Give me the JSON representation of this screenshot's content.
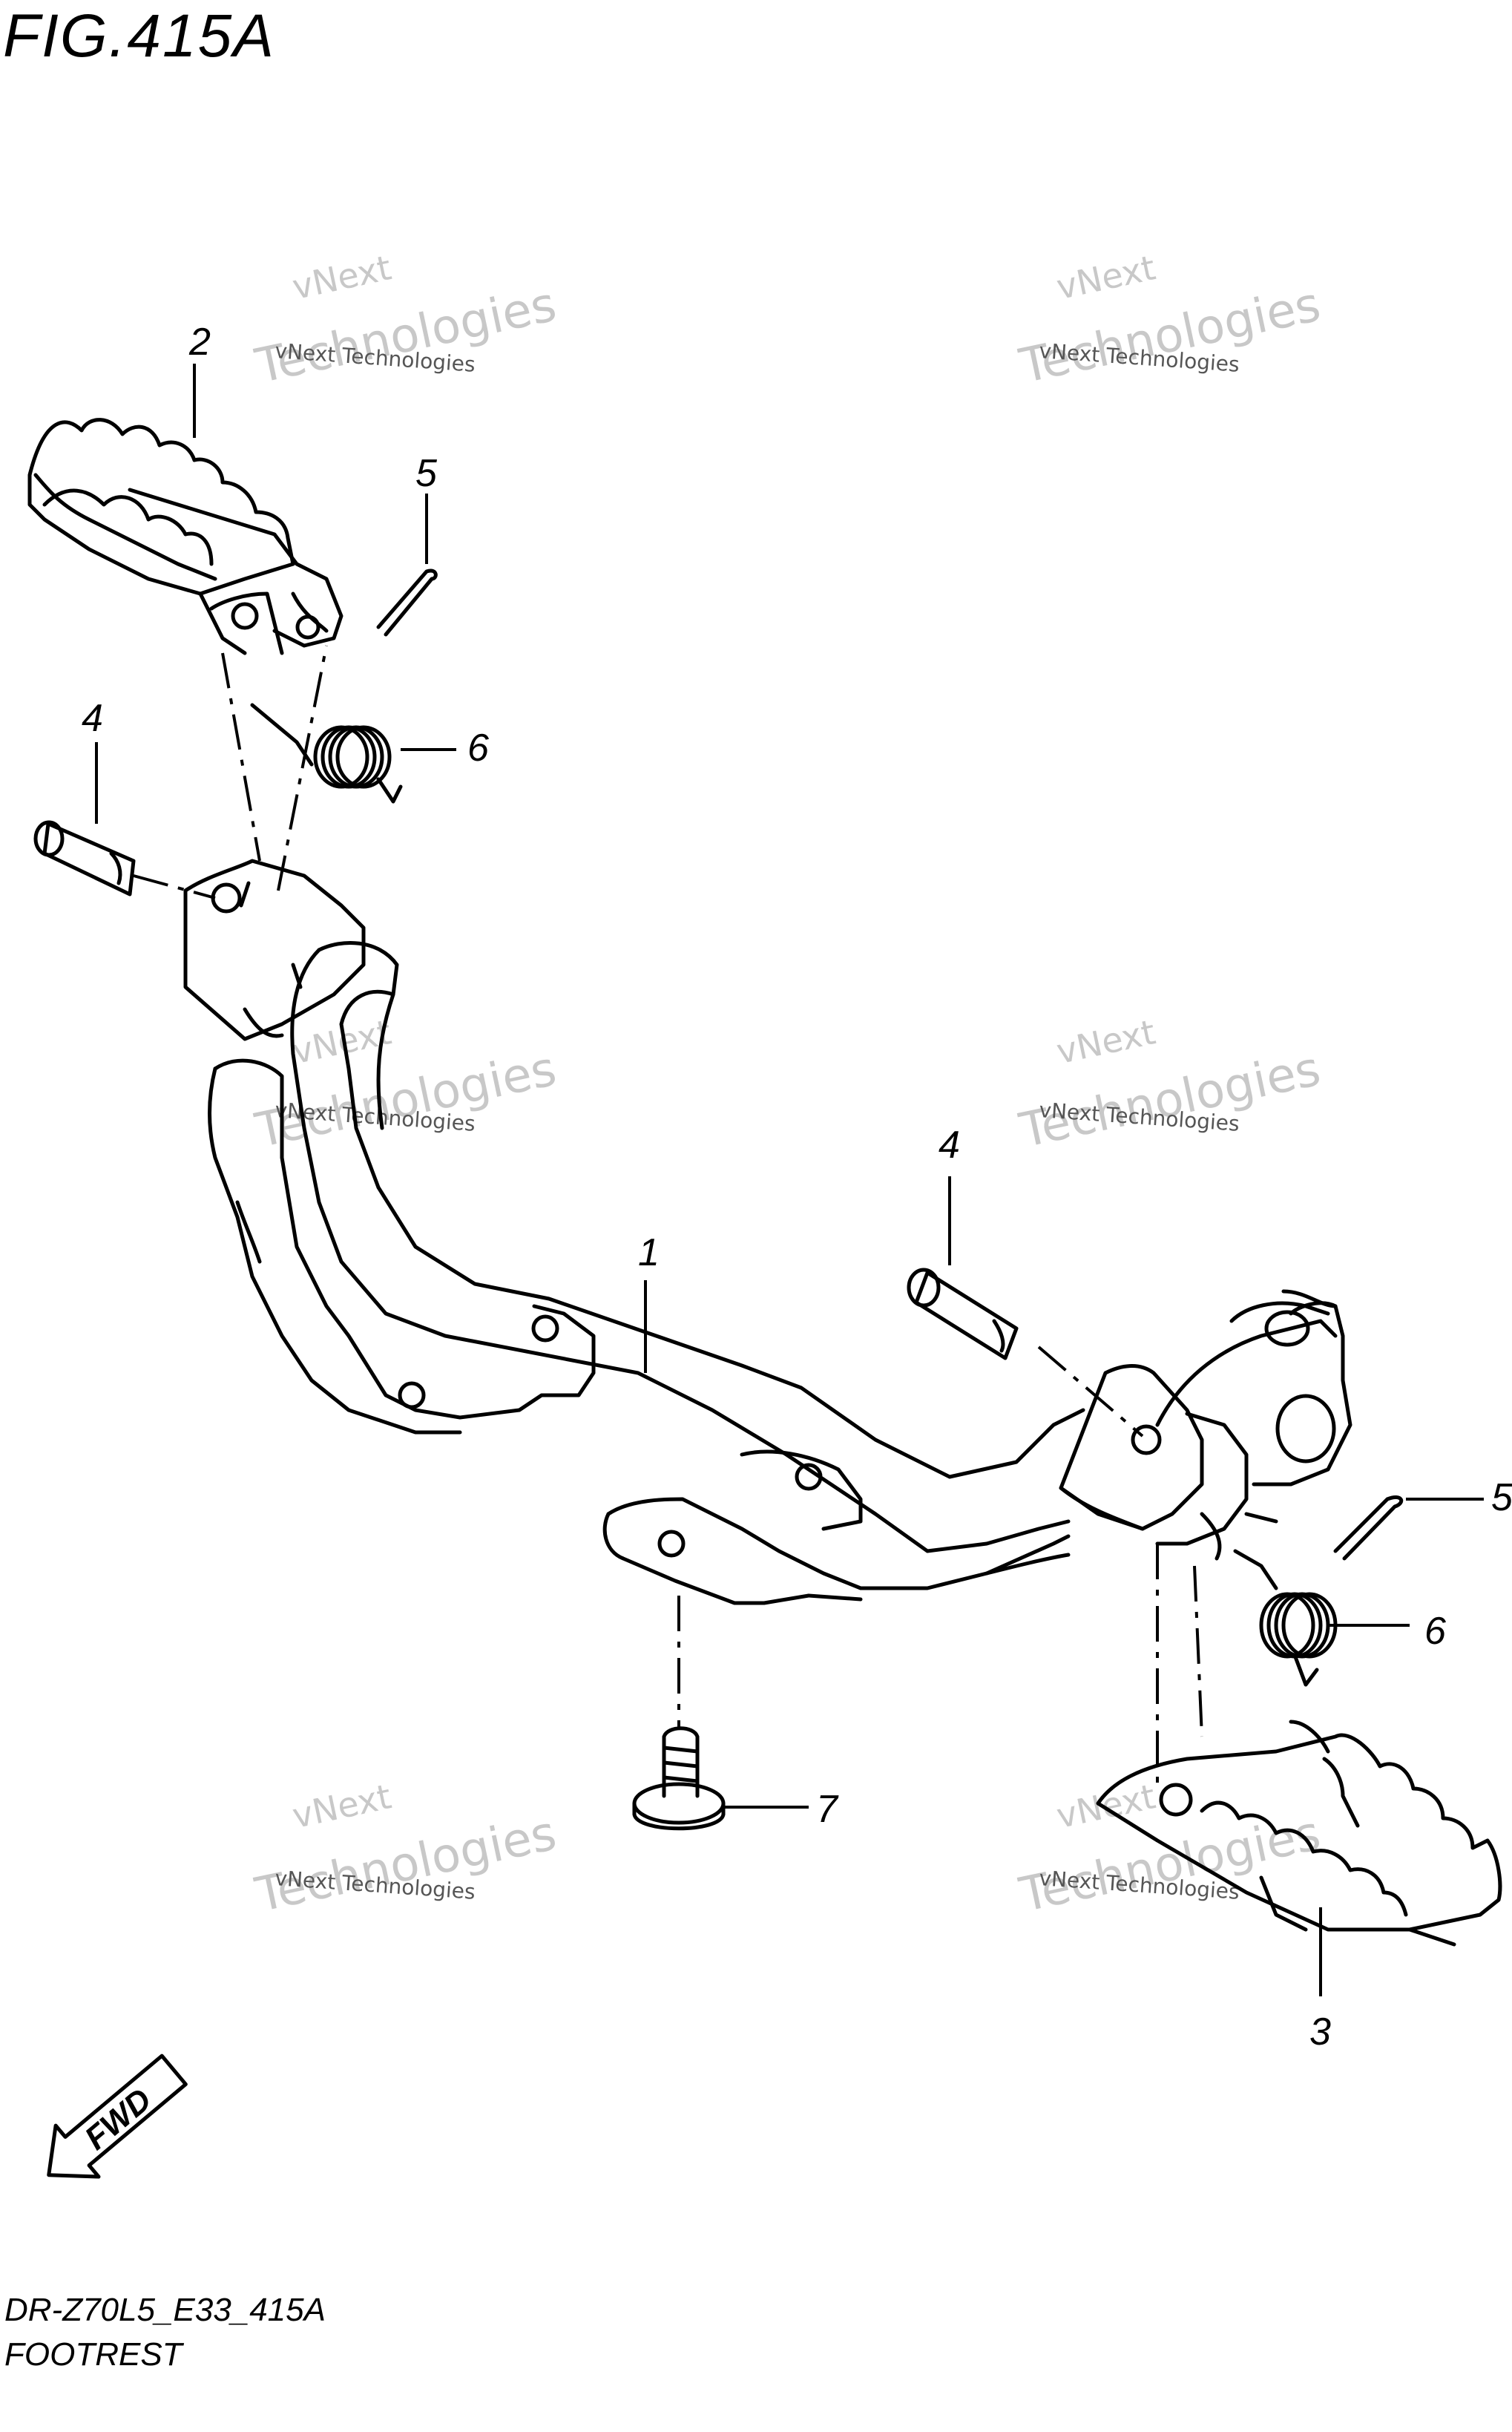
{
  "figure": {
    "title": "FIG.415A",
    "model_code": "DR-Z70L5_E33_415A",
    "section_name": "FOOTREST"
  },
  "callouts": [
    "1",
    "2",
    "3",
    "4",
    "4",
    "5",
    "5",
    "6",
    "6",
    "7"
  ],
  "fwd_label": "FWD",
  "watermark": {
    "line1": "vNext",
    "line2": "vNext Technologies",
    "line3": "Technologies",
    "color_light": "#c8c8c8",
    "color_dark": "#777777"
  },
  "colors": {
    "line": "#000000",
    "background": "#ffffff"
  }
}
